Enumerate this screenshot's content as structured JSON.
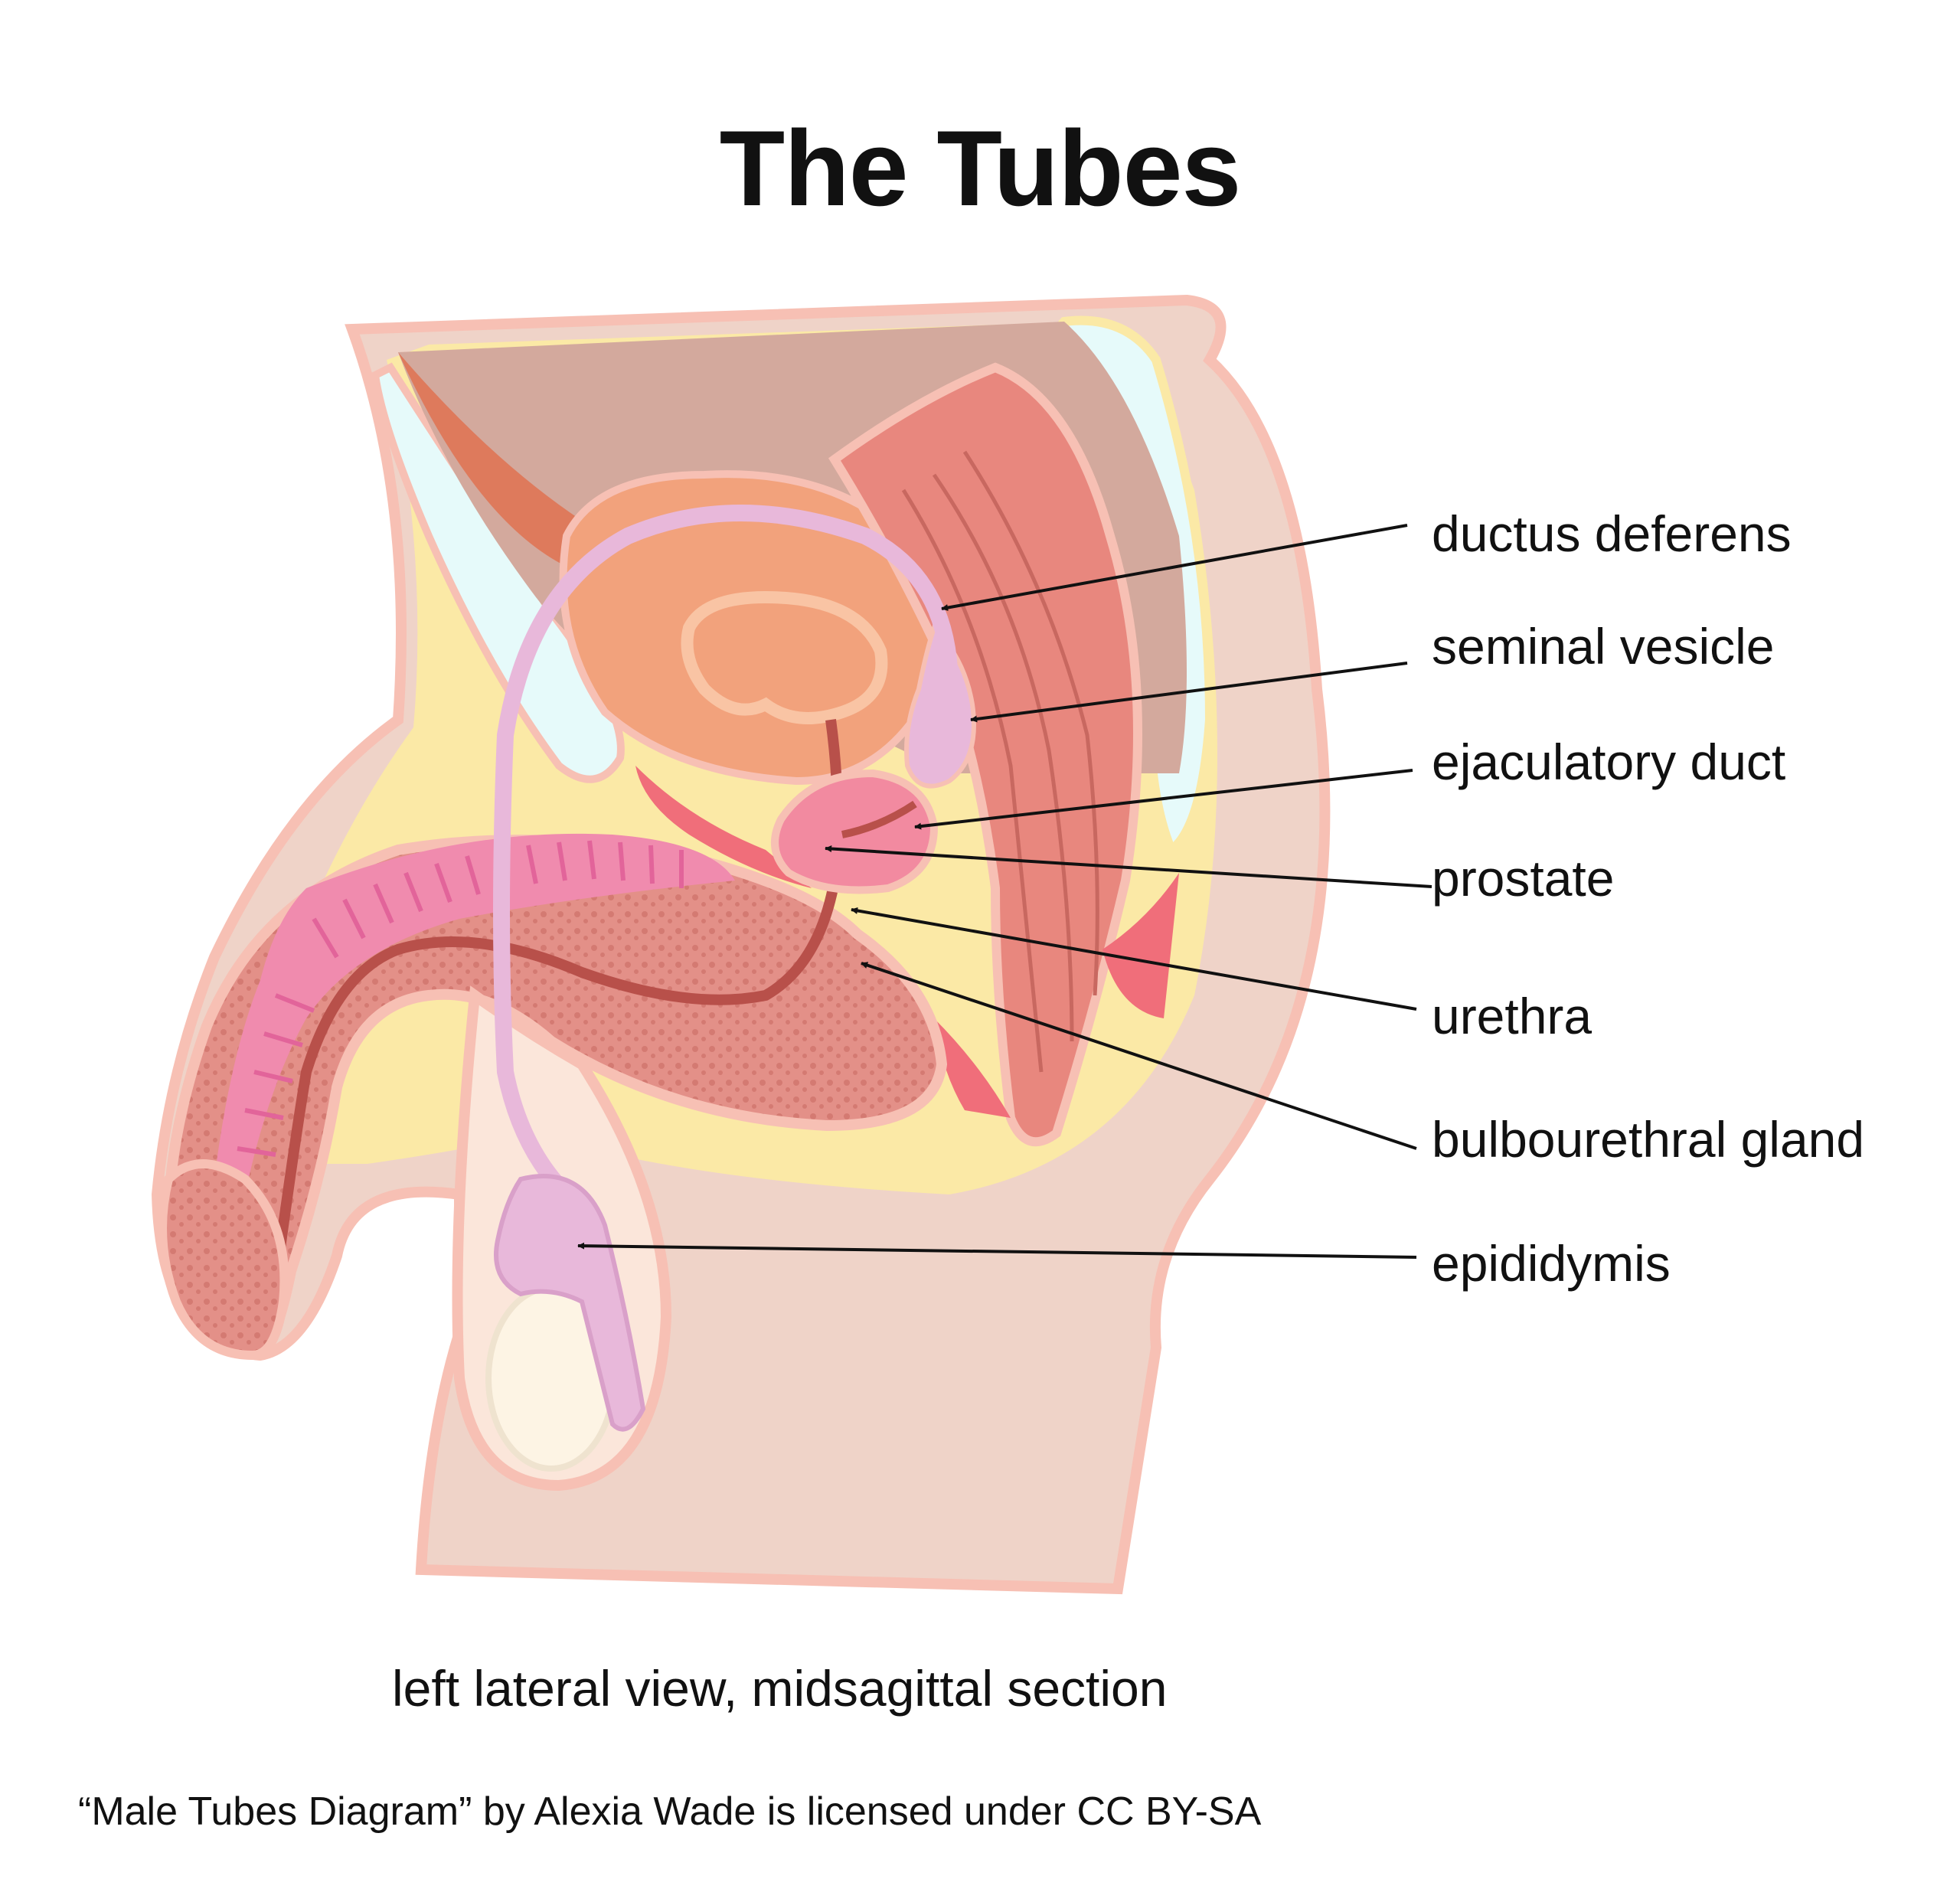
{
  "title": "The Tubes",
  "labels": [
    {
      "key": "ductus-deferens",
      "text": "ductus deferens"
    },
    {
      "key": "seminal-vesicle",
      "text": "seminal vesicle"
    },
    {
      "key": "ejaculatory-duct",
      "text": "ejaculatory duct"
    },
    {
      "key": "prostate",
      "text": "prostate"
    },
    {
      "key": "urethra",
      "text": "urethra"
    },
    {
      "key": "bulbourethral-gland",
      "text": "bulbourethral gland"
    },
    {
      "key": "epididymis",
      "text": "epididymis"
    }
  ],
  "caption": "left lateral view, midsagittal section",
  "credit": "“Male Tubes Diagram” by Alexia Wade is licensed under CC BY-SA",
  "colors": {
    "body": "#efd3c8",
    "body_outline": "#f7c0b4",
    "fat": "#fbe9a6",
    "bone": "#e6fafa",
    "peritoneum": "#d3a99d",
    "bladder": "#f2a27c",
    "muscle": "#e8877e",
    "spongy_tissue": "#e39088",
    "duct": "#e8b8da",
    "urethra": "#b8504a",
    "testis": "#fdf4e4",
    "arrow": "#111111"
  }
}
